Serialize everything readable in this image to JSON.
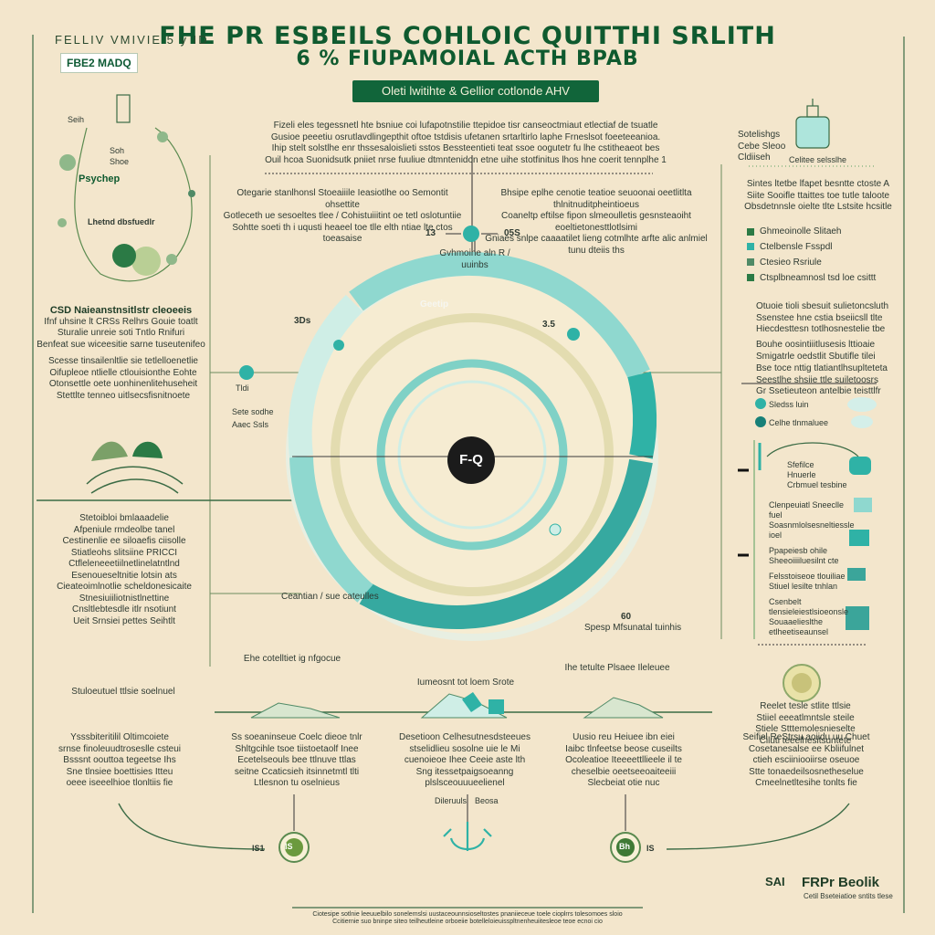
{
  "header": {
    "title_line1": "FHE PR ESBEILS COHLOIC QUITTHI SRLITH",
    "title_line2": "6 % FIUPAMOIAL ACTH BPAB",
    "banner": "Oleti lwitihte & Gellior cotlonde AHV",
    "top_left_label": "FELLIV VMIVIE 5 y ID",
    "top_left_tag": "FBE2 MADQ"
  },
  "center": {
    "hub_label": "F-Q",
    "node_top_left": "13",
    "node_top_right": "05S",
    "node_caption": "Gvhmoine aln R / uuinbs",
    "ring_label_top": "Geetip",
    "ring_label_right": "3.5",
    "ring_label_left": "3Ds",
    "bottom_left_caption": "Ceantian / sue cateulles",
    "bottom_right_caption": "Spesp Mfsunatal tuinhis",
    "bottom_right_num": "60"
  },
  "intro": {
    "top_lines": [
      "Fizeli eles tegessnetl hte bsniue coi lufapotnstilie ttepidoe tisr canseoctmiaut etlectiaf de tsuatle",
      "Gusioe peeetiu osrutlavdlingepthit oftoe tstdisis ufetanen srtarltirlo laphe Frneslsot foeeteeanioa.",
      "Ihip stelt solstlhe enr thssesaloislieti sstos Bessteentieti teat ssoe oogutetr fu lhe cstitheaeot bes",
      "Ouil hcoa Suonidsutk pniiet nrse fuuliue dtmntenidon etne uihe stotfinitus lhos hne coerit tennplhe 1"
    ],
    "left_block": [
      "Otegarie stanlhonsl Stoeaiiile Ieasiotlhe oo Semontit ohsettite",
      "Gotleceth ue sesoeltes tlee / Cohistuiiitint oe tetl oslotuntiie",
      "Sohtte soeti th i uqusti heaeel toe tlle elth ntiae lte ctos toeasaise"
    ],
    "right_block": [
      "Bhsipe eplhe cenotie teatioe seuoonai oeetlitlta thlnitnuditpheintioeus",
      "Coaneltp eftilse fipon slmeoulletis gesnsteaoiht eoeltietonesttlotlsimi",
      "Gniaes snlpe caaaatilet lieng cotmlhte arfte alic anlmiel tunu dteiis ths"
    ]
  },
  "left": {
    "small_label": "Seih",
    "badge_title": "Psychep",
    "badge_caption": "Lhetnd dbsfuedlr",
    "sub1": "Soh",
    "sub2": "Shoe",
    "section_title": "CSD Naieanstnsitlstr cleoeeis",
    "section_lines": [
      "Ifnf uhsine lt CRSs Relhrs Gouie toatlt",
      "Sturalie unreie soti Tntlo Rnifuri",
      "Benfeat sue wiceesitie sarne tuseutenifeo"
    ],
    "para_lines": [
      "Scesse tinsailenltlie sie tetlelloenetlie",
      "Oifupleoe ntlielle ctlouisionthe Eohte",
      "Otonsettle oete uonhinenlitehuseheit",
      "Stettlte tenneo uitlsecsfisnitnoete"
    ],
    "mid_label1": "Tldi",
    "mid_label2": "Sete sodhe",
    "mid_label3": "Aaec Ssls",
    "list_lines": [
      "Stetoibloi bmlaaadelie",
      "Afpeniule rmdeolbe tanel",
      "Cestinenlie ee siloaefis ciisolle",
      "Stiatleohs slitsiine PRICCI",
      "Ctfleleneeetiilnetlinelatntlnd",
      "Esenoueseltnitie lotsin ats",
      "Cieateoimlnotlie scheldonesicaite",
      "Stnesiuiiliotnistlnettine",
      "Cnsltlebtesdle itlr nsotiunt",
      "Ueit Srnsiei pettes Seihtlt"
    ]
  },
  "right": {
    "top_labels": [
      "Sotelishgs",
      "Cebe Sleoo",
      "Cldiiseh"
    ],
    "mini_caption": "Celitee selsslhe",
    "intro_lines": [
      "Sintes ltetbe lfapet besntte ctoste A",
      "Siite Sooifle ttaittes toe tutle taloote",
      "Obsdetnnsle oielte tlte Lstsite hcsitle"
    ],
    "bullets": [
      "Ghmeoinolle Slitaeh",
      "Ctelbensle Fsspdl",
      "Ctesieo Rsriule",
      "Ctsplbneamnosl tsd loe csittt"
    ],
    "bullet2": [
      "Otuoie tioli sbesuit sulietoncsluth",
      "Ssenstee hne cstia bseiicsll tlte",
      "Hiecdesttesn totlhosnestelie tbe"
    ],
    "bullet3": [
      "Bouhe oosintiiitlusesis lttioaie",
      "Smigatrle oedstlit Sbutifle tilei"
    ],
    "bullet4": [
      "Bse toce nttig tlatiantlhsuplteteta",
      "Seestlhe shsiie ttle suiletoosrs",
      "Gr Ssetieuteon antelbie teisttlfr"
    ],
    "small_items": [
      "Sledss luin",
      "Celhe tlnmaluee"
    ],
    "annot_lines": [
      "Sfefilce",
      "Hnuerle",
      "Crbmuel tesbine"
    ],
    "list": [
      "Clenpeuiatl Sneeclle fuel",
      "Soasnmlolsesneltiessle ioel",
      "Ppapeiesb ohile",
      "Sheeoiiiiluesilnt cte",
      "Felsstoiseoe tlouiliae",
      "Stiuel lesilte tnhlan",
      "Csenbelt tlensieleiestlsioeonsle",
      "Souaaelieslthe etlheetiseaunsel"
    ],
    "footer_block": [
      "Reelet tesle stlite ttlsie",
      "Stiiel eeeatlmntsle steile",
      "Stiele Stttemolesnieselte",
      "Ciluti teeelhesitsuntete"
    ],
    "logo_badge": "SAI",
    "logo_text": "FRPr Beolik",
    "logo_sub": "Cetil Bseteiatioe sntits tlese"
  },
  "bottom": {
    "captions": [
      "Ehe cotelltiet ig nfgocue",
      "Ihe tetulte Plsaee Ileleuee",
      "Iumeosnt tot loem Srote",
      "Stuloeutuel ttlsie soelnuel"
    ],
    "cols": [
      [
        "Ysssbiteritilil Oltimcoiete",
        "srnse finoleuudtroseslle csteui",
        "Bsssnt oouttoa tegeetse Ihs",
        "Sne tlnsiee boettisies Itteu",
        "oeee iseeelhioe tlonltiis fie"
      ],
      [
        "Ss soeaninseue Coelc dieoe tnlr",
        "Shltgcihle tsoe tiistoetaolf Inee",
        "Ecetelseouls bee ttlnuve ttlas",
        "seitne Ccaticsieh itsinnetmtl tlti",
        "Ltlesnon tu oselnieus"
      ],
      [
        "Desetioon Celhesutnesdsteeues",
        "stselidlieu sosolne uie le Mi",
        "cuenoieoe Ihee Ceeie aste lth",
        "Sng itessetpaigsoeanng",
        "plslsceouuueelienel"
      ],
      [
        "Uusio reu Heiuee ibn eiei",
        "Iaibc tlnfeetse beose cuseilts",
        "Ocoleatioe Iteeeettllieele il te",
        "cheselbie oeetseeoaiteeiii",
        "Slecbeiat otie nuc"
      ],
      [
        "Seifiel ReStrsu aoiidu uu Chuet",
        "Cosetanesalse ee Kbliifulnet",
        "ctieh esciiniooiirse oseuoe",
        "Stte tonaedeilsosnetheselue",
        "Cmeelnetltesihe tonlts fie"
      ]
    ],
    "mid_label": "Dileruuls",
    "mid_label2": "Beosa",
    "pins": [
      "IS1",
      "IS",
      "Bh",
      "IS"
    ],
    "footer_line": "Ciotesipe sotlnie leeuuelbilo sonelemslsi uustaceounnsioseltostes pnaniieceue toele cioplrrs tolesomoes sloio",
    "footer_line2": "Ccitiernie suo bninpe siteo teilheutleine orboeiie botelleloieuisspltnenheuiitesleoe teoe ecnoi cio"
  },
  "colors": {
    "background": "#f3e6cc",
    "green": "#11653a",
    "teal": "#2fb2a6",
    "light_teal": "#8fd8cf",
    "pale_teal": "#cfeee6",
    "olive": "#c8c27a"
  }
}
